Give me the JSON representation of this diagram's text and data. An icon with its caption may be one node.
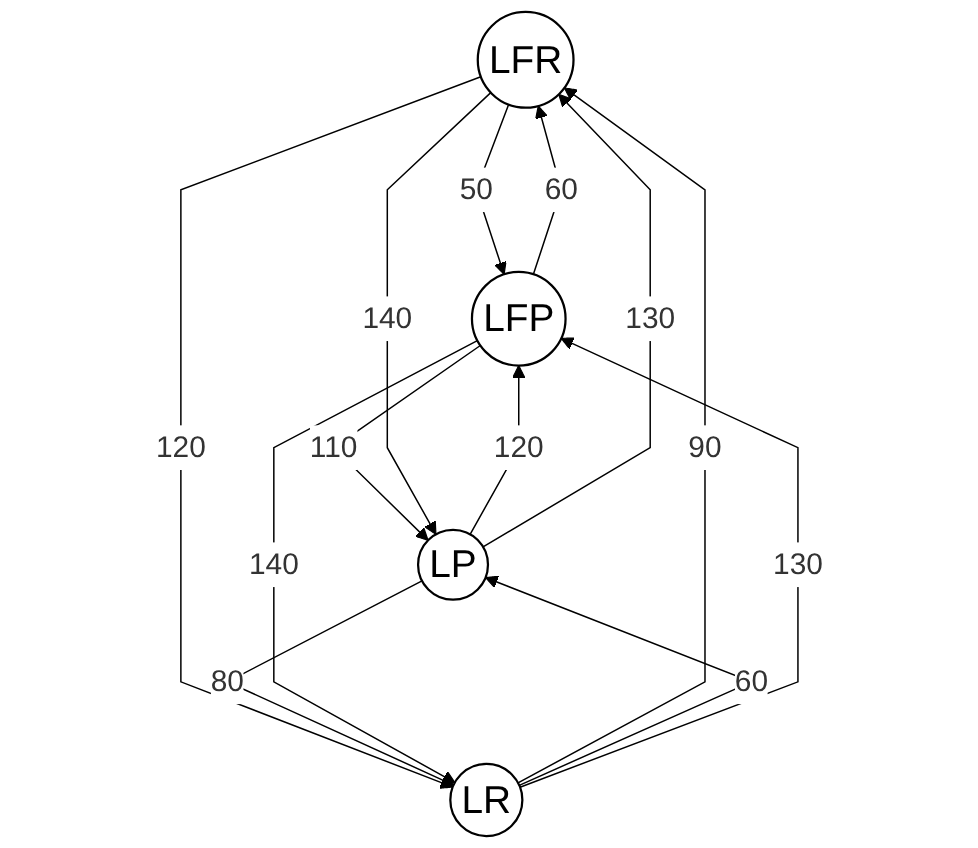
{
  "diagram": {
    "nodes": [
      {
        "text": [
          "LFR"
        ]
      },
      {
        "text": [
          "LFP"
        ]
      },
      {
        "text": [
          "LR"
        ]
      },
      {
        "text": [
          "LP"
        ]
      }
    ],
    "edges": [
      {
        "from": 0,
        "to": 1,
        "arrow": "to",
        "label": "50"
      },
      {
        "from": 1,
        "to": 0,
        "arrow": "to",
        "label": "60"
      },
      {
        "from": 0,
        "to": 2,
        "arrow": "to",
        "label": "120"
      },
      {
        "from": 2,
        "to": 0,
        "arrow": "to",
        "label": "90"
      },
      {
        "from": 1,
        "to": 3,
        "arrow": "to",
        "label": "110"
      },
      {
        "from": 3,
        "to": 1,
        "arrow": "to",
        "label": "120"
      },
      {
        "from": 2,
        "to": 3,
        "arrow": "to",
        "label": "60"
      },
      {
        "from": 3,
        "to": 2,
        "arrow": "to",
        "label": "80"
      },
      {
        "from": 2,
        "to": 1,
        "arrow": "to",
        "label": "130"
      },
      {
        "from": 1,
        "to": 2,
        "arrow": "to",
        "label": "140"
      },
      {
        "from": 3,
        "to": 0,
        "arrow": "to",
        "label": "130"
      },
      {
        "from": 0,
        "to": 3,
        "arrow": "to",
        "label": "140"
      }
    ]
  }
}
